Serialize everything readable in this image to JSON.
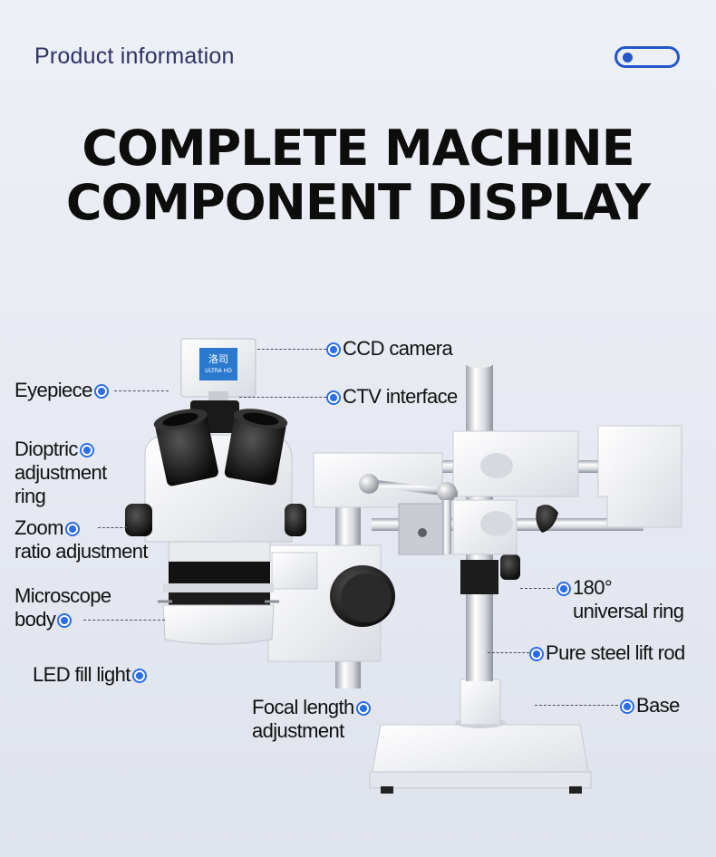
{
  "header": {
    "section_title": "Product information",
    "accent_color": "#2456c8"
  },
  "headline": {
    "line1": "COMPLETE MACHINE",
    "line2": "COMPONENT DISPLAY"
  },
  "camera_badge": {
    "brand": "洛司",
    "tag": "ULTRA HD"
  },
  "callouts": {
    "ccd_camera": "CCD camera",
    "ctv_interface": "CTV interface",
    "eyepiece": "Eyepiece",
    "dioptric_1": "Dioptric",
    "dioptric_2": "adjustment",
    "dioptric_3": "ring",
    "zoom_1": "Zoom",
    "zoom_2": "ratio adjustment",
    "body_1": "Microscope",
    "body_2": "body",
    "led": "LED fill light",
    "ring_1": "180°",
    "ring_2": "universal ring",
    "rod": "Pure steel lift rod",
    "focal_1": "Focal length",
    "focal_2": "adjustment",
    "base": "Base"
  },
  "icons": [
    "callout-dot-icon",
    "toggle-switch-icon"
  ]
}
